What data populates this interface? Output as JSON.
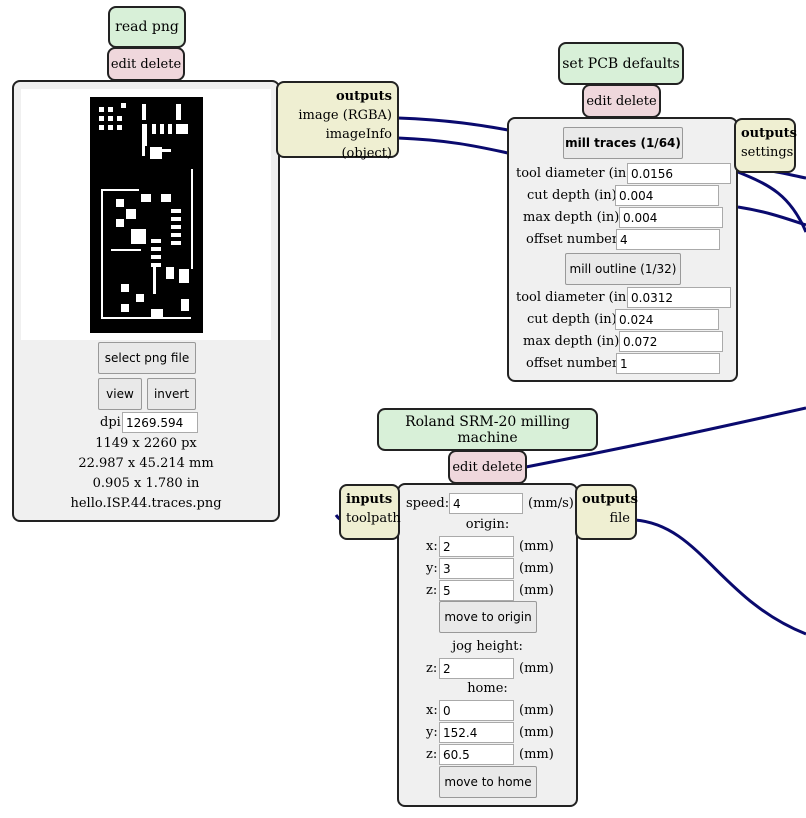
{
  "read_png": {
    "title": "read png",
    "edit_delete": "edit delete",
    "select_button": "select png file",
    "view_button": "view",
    "invert_button": "invert",
    "dpi_label": "dpi:",
    "dpi_value": "1269.594",
    "size_px": "1149 x 2260 px",
    "size_mm": "22.987 x 45.214 mm",
    "size_in": "0.905 x 1.780 in",
    "filename": "hello.ISP.44.traces.png",
    "outputs": {
      "heading": "outputs",
      "items": [
        "image (RGBA)",
        "imageInfo (object)"
      ]
    }
  },
  "pcb_defaults": {
    "title": "set PCB defaults",
    "edit_delete": "edit delete",
    "mill_traces_button": "mill traces (1/64)",
    "mill_outline_button": "mill outline (1/32)",
    "traces": [
      {
        "label": "tool diameter (in):",
        "value": "0.0156"
      },
      {
        "label": "cut depth (in):",
        "value": "0.004"
      },
      {
        "label": "max depth (in):",
        "value": "0.004"
      },
      {
        "label": "offset number:",
        "value": "4"
      }
    ],
    "outline": [
      {
        "label": "tool diameter (in):",
        "value": "0.0312"
      },
      {
        "label": "cut depth (in):",
        "value": "0.024"
      },
      {
        "label": "max depth (in):",
        "value": "0.072"
      },
      {
        "label": "offset number:",
        "value": "1"
      }
    ],
    "outputs": {
      "heading": "outputs",
      "items": [
        "settings"
      ]
    }
  },
  "roland": {
    "title": "Roland SRM-20 milling machine",
    "edit_delete": "edit delete",
    "inputs": {
      "heading": "inputs",
      "items": [
        "toolpath"
      ]
    },
    "outputs": {
      "heading": "outputs",
      "items": [
        "file"
      ]
    },
    "speed_label": "speed:",
    "speed_value": "4",
    "speed_unit": "(mm/s)",
    "origin_label": "origin:",
    "origin": [
      {
        "axis": "x:",
        "value": "2",
        "unit": "(mm)"
      },
      {
        "axis": "y:",
        "value": "3",
        "unit": "(mm)"
      },
      {
        "axis": "z:",
        "value": "5",
        "unit": "(mm)"
      }
    ],
    "move_origin_button": "move to origin",
    "jog_label": "jog height:",
    "jog": {
      "axis": "z:",
      "value": "2",
      "unit": "(mm)"
    },
    "home_label": "home:",
    "home": [
      {
        "axis": "x:",
        "value": "0",
        "unit": "(mm)"
      },
      {
        "axis": "y:",
        "value": "152.4",
        "unit": "(mm)"
      },
      {
        "axis": "z:",
        "value": "60.5",
        "unit": "(mm)"
      }
    ],
    "move_home_button": "move to home"
  },
  "colors": {
    "wire": "#0a0a6e",
    "title_bg": "#d8f0d8",
    "editdel_bg": "#efd7dc",
    "port_bg": "#efefd2",
    "module_bg": "#f0f0f0"
  }
}
